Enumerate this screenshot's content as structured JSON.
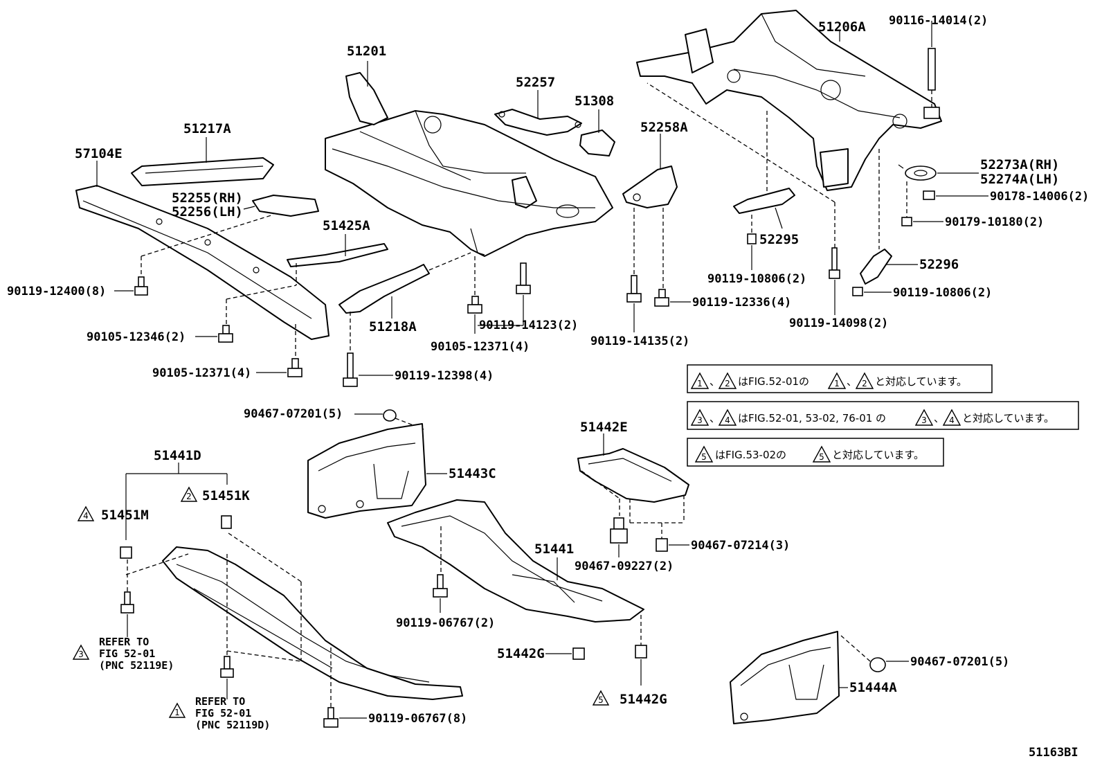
{
  "figure_code": "51163BI",
  "parts": {
    "p51201": "51201",
    "p51206A": "51206A",
    "p90116_14014": "90116-14014(2)",
    "p52257": "52257",
    "p51308": "51308",
    "p51217A": "51217A",
    "p57104E": "57104E",
    "p52258A": "52258A",
    "p52255": "52255(RH)",
    "p52256": "52256(LH)",
    "p51425A": "51425A",
    "p52273A": "52273A(RH)",
    "p52274A": "52274A(LH)",
    "p90178_14006": "90178-14006(2)",
    "p90179_10180": "90179-10180(2)",
    "p52295": "52295",
    "p52296": "52296",
    "p90119_12400": "90119-12400(8)",
    "p90119_10806a": "90119-10806(2)",
    "p90119_10806b": "90119-10806(2)",
    "p90119_12336": "90119-12336(4)",
    "p90105_12346": "90105-12346(2)",
    "p51218A": "51218A",
    "p90119_14123": "90119-14123(2)",
    "p90119_14098": "90119-14098(2)",
    "p90105_12371a": "90105-12371(4)",
    "p90105_12371b": "90105-12371(4)",
    "p90119_14135": "90119-14135(2)",
    "p90119_12398": "90119-12398(4)",
    "p90467_07201a": "90467-07201(5)",
    "p51442E": "51442E",
    "p51441D": "51441D",
    "p51443C": "51443C",
    "p51451K": "51451K",
    "p51451M": "51451M",
    "p90467_07214": "90467-07214(3)",
    "p51441": "51441",
    "p90467_09227": "90467-09227(2)",
    "p90119_06767a": "90119-06767(2)",
    "p51442Ga": "51442G",
    "p51442Gb": "51442G",
    "p90467_07201b": "90467-07201(5)",
    "p51444A": "51444A",
    "p90119_06767b": "90119-06767(8)"
  },
  "refs": {
    "ref3_l1": "REFER TO",
    "ref3_l2": "FIG 52-01",
    "ref3_l3": "(PNC 52119E)",
    "ref1_l1": "REFER TO",
    "ref1_l2": "FIG 52-01",
    "ref1_l3": "(PNC 52119D)"
  },
  "markers": {
    "m1": "1",
    "m2": "2",
    "m3": "3",
    "m4": "4",
    "m5": "5"
  },
  "notes": {
    "note1_sep": "、",
    "note1_mid": "はFIG.52-01の",
    "note1_sep2": "、",
    "note1_end": "と対応しています。",
    "note2_sep": "、",
    "note2_mid": "はFIG.52-01, 53-02, 76-01 の",
    "note2_sep2": "、",
    "note2_end": "と対応しています。",
    "note3_mid": "はFIG.53-02の",
    "note3_end": "と対応しています。"
  }
}
